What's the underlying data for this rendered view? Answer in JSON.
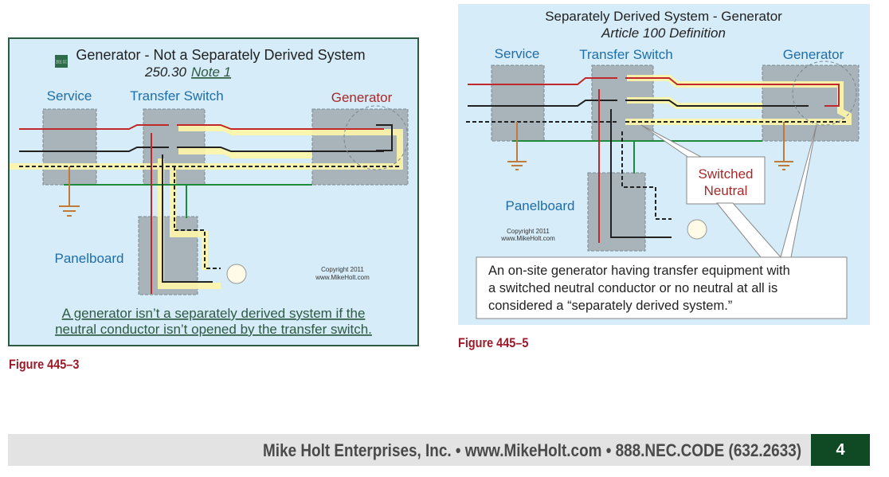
{
  "figure1": {
    "title": "Generator - Not a Separately Derived System",
    "subtitle_prefix": "250.30",
    "subtitle_link": "Note 1",
    "badge": "2011 CC",
    "labels": {
      "service": "Service",
      "transfer_switch": "Transfer Switch",
      "generator": "Generator",
      "panelboard": "Panelboard"
    },
    "copyright_1": "Copyright 2011",
    "copyright_2": "www.MikeHolt.com",
    "note_line1": "A generator isn’t a separately derived system if the",
    "note_line2": "neutral conductor isn’t opened by the transfer switch.",
    "caption": "Figure 445–3"
  },
  "figure2": {
    "title": "Separately Derived System - Generator",
    "subtitle": "Article 100 Definition",
    "labels": {
      "service": "Service",
      "transfer_switch": "Transfer Switch",
      "generator": "Generator",
      "panelboard": "Panelboard"
    },
    "callout_1": "Switched",
    "callout_2": "Neutral",
    "copyright_1": "Copyright 2011",
    "copyright_2": "www.MikeHolt.com",
    "note_line1": "An on-site generator having transfer equipment with",
    "note_line2": "a switched neutral conductor or no neutral at all is",
    "note_line3": "considered a “separately derived system.”",
    "caption": "Figure 445–5"
  },
  "footer": {
    "text": "Mike Holt Enterprises, Inc. • www.MikeHolt.com • 888.NEC.CODE (632.2633)",
    "page": "4"
  },
  "colors": {
    "caption": "#9b1b2a",
    "label_blue": "#1f6ea8",
    "label_red": "#a52a2a",
    "footer_green": "#0f4a25"
  }
}
